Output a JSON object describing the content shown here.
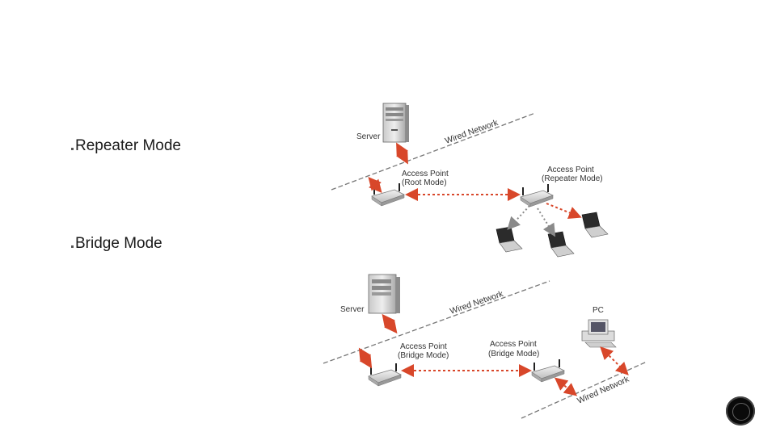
{
  "bullets": [
    {
      "label": "Repeater Mode"
    },
    {
      "label": "Bridge Mode"
    }
  ],
  "top_diagram": {
    "server_label": "Server",
    "wired_label": "Wired Network",
    "ap_root_label_1": "Access Point",
    "ap_root_label_2": "(Root Mode)",
    "ap_repeater_label_1": "Access Point",
    "ap_repeater_label_2": "(Repeater Mode)"
  },
  "bottom_diagram": {
    "server_label": "Server",
    "wired_label_top": "Wired Network",
    "ap_left_label_1": "Access Point",
    "ap_left_label_2": "(Bridge Mode)",
    "ap_right_label_1": "Access Point",
    "ap_right_label_2": "(Bridge Mode)",
    "pc_label": "PC",
    "wired_label_bottom": "Wired Network"
  },
  "colors": {
    "link_red": "#d8472a",
    "wire_gray": "#777777",
    "wireless_gray": "#8a8a8a"
  },
  "icons": [
    "server-icon",
    "access-point-icon",
    "laptop-icon",
    "desktop-pc-icon",
    "corner-logo-icon"
  ]
}
